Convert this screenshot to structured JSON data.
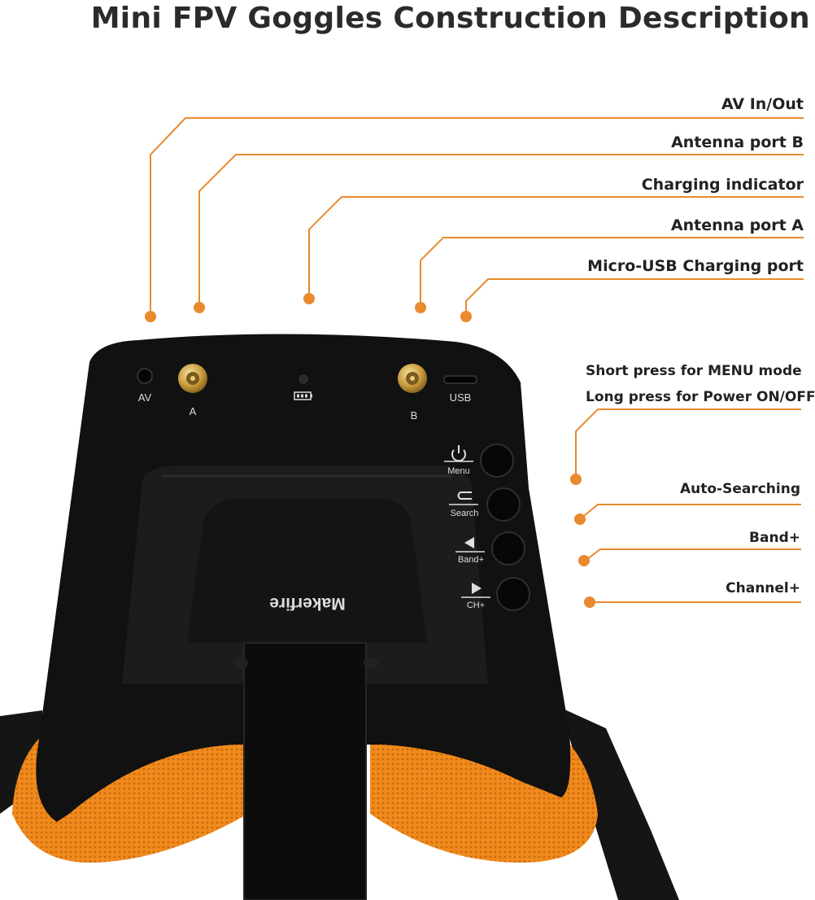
{
  "title": "Mini FPV Goggles Construction Description",
  "accent_color": "#e98a2e",
  "top_callouts": [
    "AV In/Out",
    "Antenna port B",
    "Charging indicator",
    "Antenna port A",
    "Micro-USB Charging port"
  ],
  "right_callouts": {
    "power_line1": "Short press for MENU mode",
    "power_line2": "Long press for Power ON/OFF",
    "search": "Auto-Searching",
    "band": "Band+",
    "channel": "Channel+"
  },
  "device": {
    "port_av": "AV",
    "port_a": "A",
    "port_b": "B",
    "port_usb": "USB",
    "brand": "Makerfire",
    "buttons": [
      {
        "label": "Menu",
        "icon": "power-icon"
      },
      {
        "label": "Search",
        "icon": "search-return-icon"
      },
      {
        "label": "Band+",
        "icon": "triangle-left-icon"
      },
      {
        "label": "CH+",
        "icon": "triangle-right-icon"
      }
    ]
  }
}
